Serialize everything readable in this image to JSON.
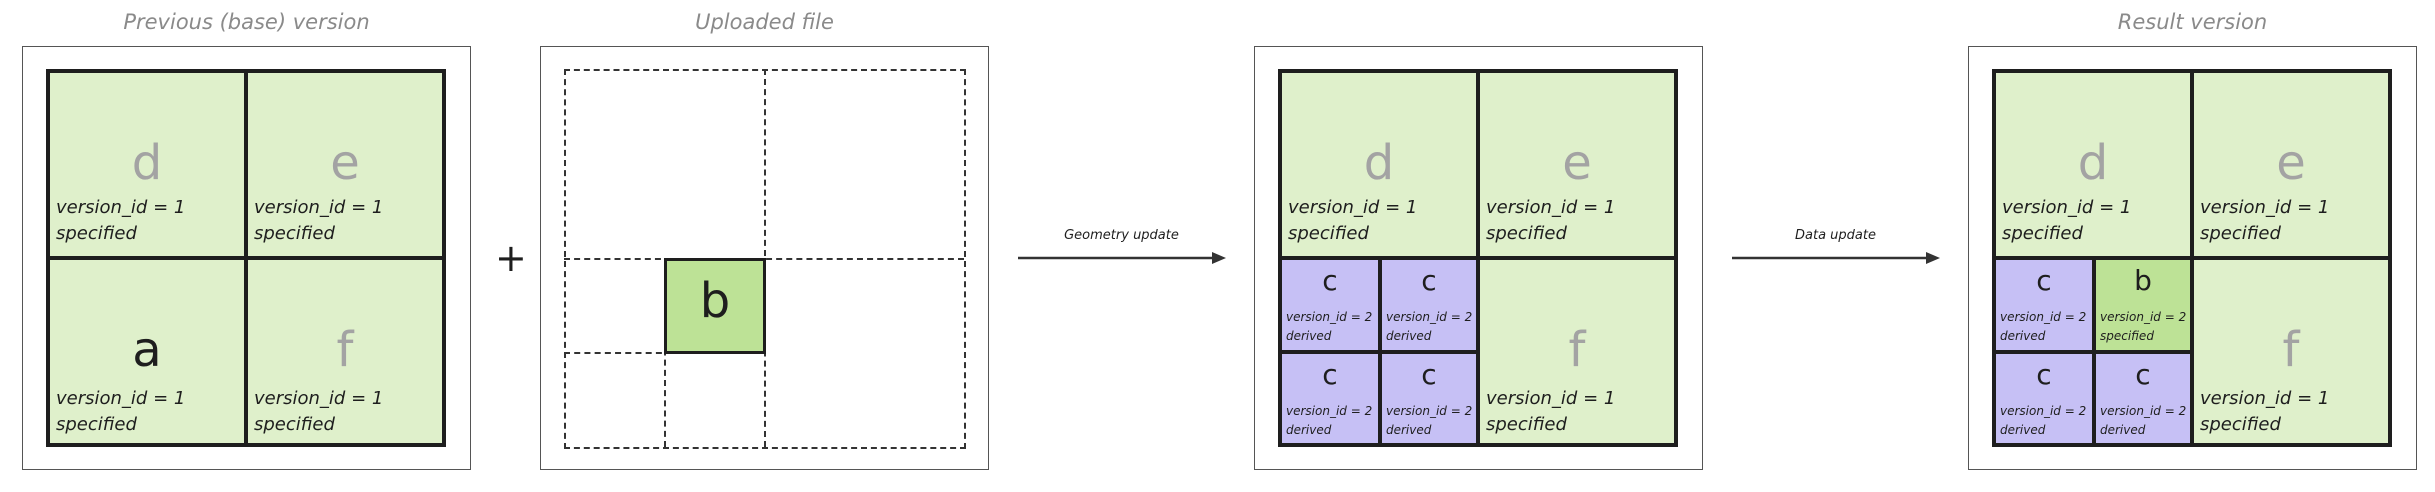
{
  "titles": {
    "base": "Previous (base) version",
    "uploaded": "Uploaded file",
    "result": "Result version"
  },
  "operators": {
    "plus": "+",
    "geometry_update": "Geometry update",
    "data_update": "Data update"
  },
  "colors": {
    "specified_light_green": "#dff0cb",
    "uploaded_green": "#bde296",
    "derived_purple": "#c6c0f5",
    "border": "#1e1e1e"
  },
  "base": {
    "d": {
      "letter": "d",
      "version": "version_id = 1",
      "status": "specified"
    },
    "e": {
      "letter": "e",
      "version": "version_id = 1",
      "status": "specified"
    },
    "a": {
      "letter": "a",
      "version": "version_id = 1",
      "status": "specified"
    },
    "f": {
      "letter": "f",
      "version": "version_id = 1",
      "status": "specified"
    }
  },
  "uploaded": {
    "b": {
      "letter": "b"
    }
  },
  "geometry": {
    "d": {
      "letter": "d",
      "version": "version_id = 1",
      "status": "specified"
    },
    "e": {
      "letter": "e",
      "version": "version_id = 1",
      "status": "specified"
    },
    "f": {
      "letter": "f",
      "version": "version_id = 1",
      "status": "specified"
    },
    "c": [
      {
        "letter": "c",
        "version": "version_id = 2",
        "status": "derived"
      },
      {
        "letter": "c",
        "version": "version_id = 2",
        "status": "derived"
      },
      {
        "letter": "c",
        "version": "version_id = 2",
        "status": "derived"
      },
      {
        "letter": "c",
        "version": "version_id = 2",
        "status": "derived"
      }
    ]
  },
  "result": {
    "d": {
      "letter": "d",
      "version": "version_id = 1",
      "status": "specified"
    },
    "e": {
      "letter": "e",
      "version": "version_id = 1",
      "status": "specified"
    },
    "f": {
      "letter": "f",
      "version": "version_id = 1",
      "status": "specified"
    },
    "c1": {
      "letter": "c",
      "version": "version_id = 2",
      "status": "derived"
    },
    "b": {
      "letter": "b",
      "version": "version_id = 2",
      "status": "specified"
    },
    "c2": {
      "letter": "c",
      "version": "version_id = 2",
      "status": "derived"
    },
    "c3": {
      "letter": "c",
      "version": "version_id = 2",
      "status": "derived"
    }
  }
}
